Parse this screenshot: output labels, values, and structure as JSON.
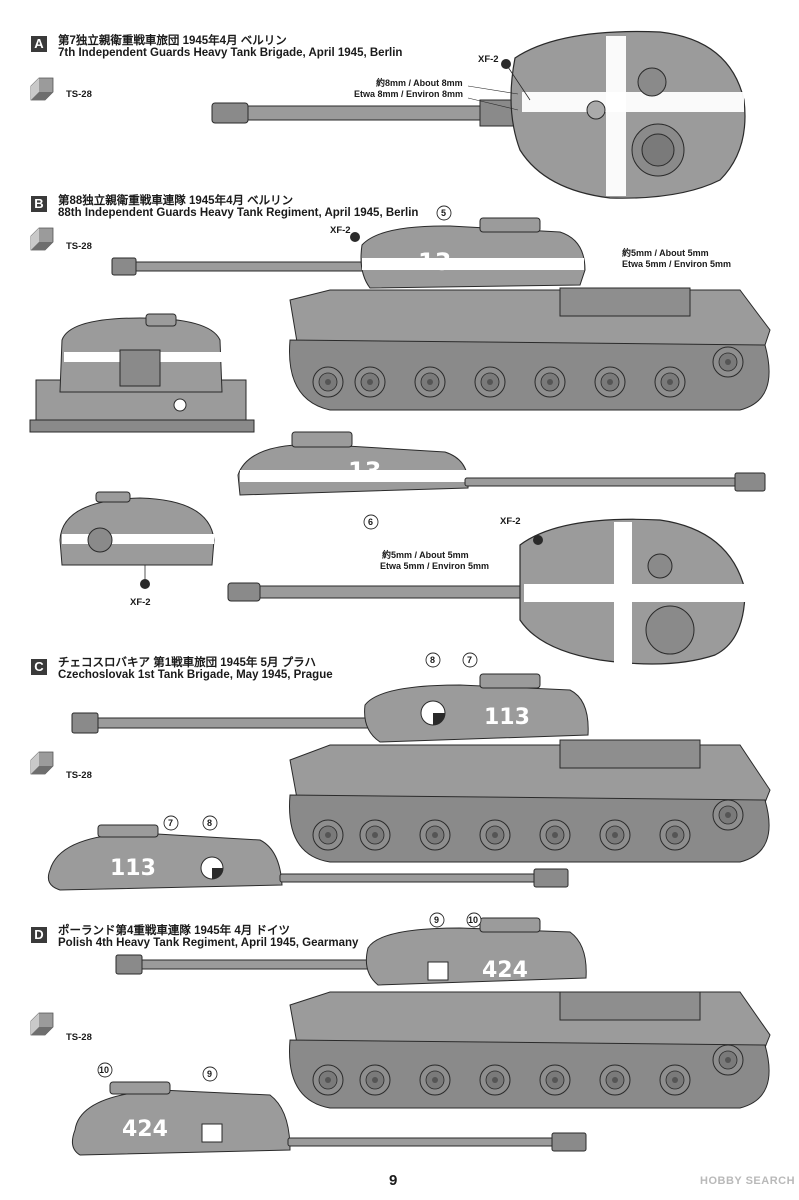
{
  "sections": [
    {
      "letter": "A",
      "jp": "第7独立親衛重戦車旅団 1945年4月 ベルリン",
      "en": "7th Independent Guards Heavy Tank Brigade, April 1945, Berlin"
    },
    {
      "letter": "B",
      "jp": "第88独立親衛重戦車連隊 1945年4月 ベルリン",
      "en": "88th Independent Guards Heavy Tank Regiment, April 1945, Berlin"
    },
    {
      "letter": "C",
      "jp": "チェコスロバキア 第1戦車旅団 1945年 5月 プラハ",
      "en": "Czechoslovak 1st Tank Brigade, May 1945, Prague"
    },
    {
      "letter": "D",
      "jp": "ポーランド第4重戦車連隊 1945年 4月 ドイツ",
      "en": "Polish 4th Heavy Tank Regiment, April 1945, Gearmany"
    }
  ],
  "paint": {
    "ts28": "TS-28",
    "xf2": "XF-2"
  },
  "callouts": {
    "a_jp": "約8mm / About 8mm",
    "a_en": "Etwa 8mm / Environ 8mm",
    "b_jp": "約5mm / About 5mm",
    "b_en": "Etwa 5mm / Environ 5mm",
    "b2_jp": "約5mm / About 5mm",
    "b2_en": "Etwa 5mm / Environ 5mm"
  },
  "decals": {
    "n5": "5",
    "n6": "6",
    "n7": "7",
    "n8": "8",
    "n9": "9",
    "n10": "10"
  },
  "markings": {
    "b": "13",
    "c": "113",
    "d": "424"
  },
  "page_number": "9",
  "watermark": "HOBBY SEARCH",
  "colors": {
    "tank": "#9b9b9b",
    "tank_dark": "#6e6e6e",
    "white": "#ffffff",
    "line": "#2a2a2a"
  }
}
